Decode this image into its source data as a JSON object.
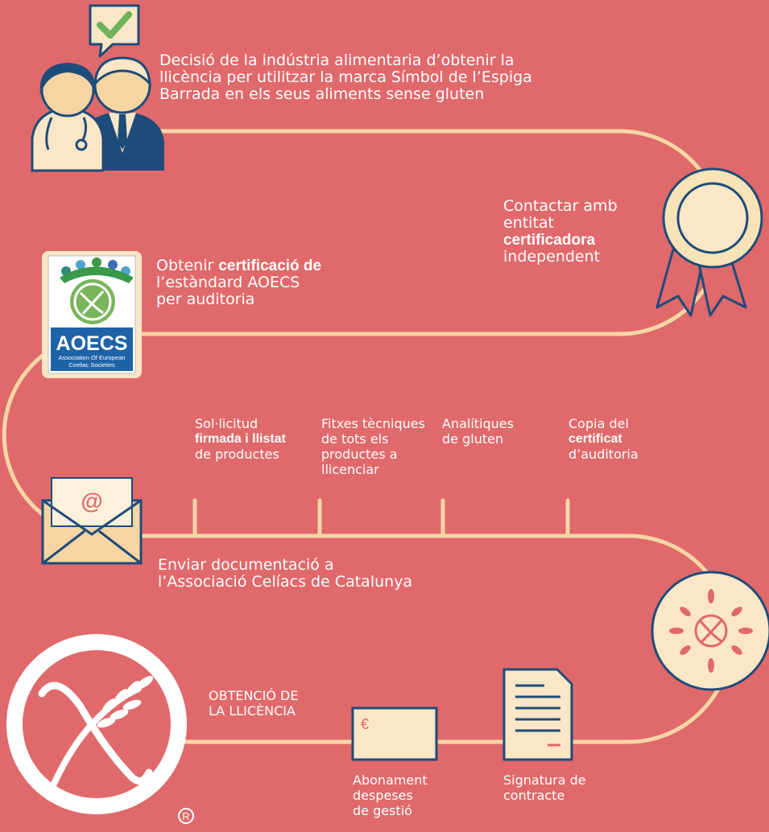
{
  "colors": {
    "background": "#e0696b",
    "path": "#f5d6a4",
    "navy": "#1e4c7a",
    "cream": "#fbe6c6",
    "skin": "#f6d5a3",
    "green": "#6cb25a"
  },
  "steps": {
    "decision": {
      "lines": [
        "Decisió de la indústria alimentaria  d’obtenir la",
        "llicència per utilitzar la marca Símbol de l’Espiga",
        "Barrada en els seus aliments sense gluten"
      ]
    },
    "contact": {
      "line1": "Contactar amb",
      "line2": "entitat",
      "line3_bold": "certificadora",
      "line4": "independent"
    },
    "certification": {
      "line1_plain": "Obtenir ",
      "line1_bold": "certificació de",
      "line2": "l’estàndard AOECS",
      "line3": "per auditoria"
    },
    "documents": [
      {
        "l1": "Sol·licitud",
        "l2_bold": "firmada i llistat",
        "l3": "de productes"
      },
      {
        "l1": "Fitxes tècniques",
        "l2": "de tots els",
        "l3": "productes a",
        "l4": "llicenciar"
      },
      {
        "l1": "Analítiques",
        "l2": "de gluten"
      },
      {
        "l1": "Copia del",
        "l2_bold": "certificat",
        "l3": "d’auditoria"
      }
    ],
    "send": {
      "line1": "Enviar documentació a",
      "line2": "l’Associació Celíacs de Catalunya"
    },
    "licence": {
      "line1": "OBTENCIÓ DE",
      "line2": "LA LLICÈNCIA"
    },
    "payment": {
      "symbol": "€",
      "l1": "Abonament",
      "l2": "despeses",
      "l3": "de gestió"
    },
    "contract": {
      "l1": "Signatura de",
      "l2": "contracte"
    }
  },
  "logo": {
    "name": "AOECS",
    "subtitle_line1": "Association Of European",
    "subtitle_line2": "Coeliac Societies"
  },
  "registered_mark": "R"
}
